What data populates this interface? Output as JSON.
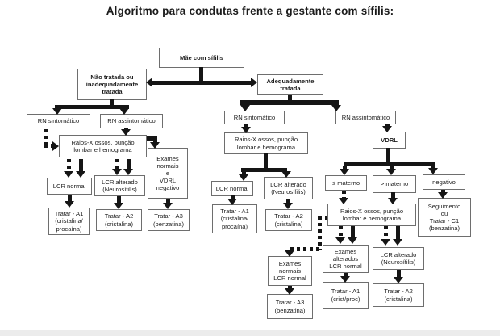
{
  "title": "Algoritmo para condutas frente a gestante com sífilis:",
  "colors": {
    "line": "#151515",
    "box_border": "#6e6e6e",
    "background": "#ffffff",
    "text": "#1c1c1c"
  },
  "nodes": {
    "mae": {
      "label": "Mãe com sífilis"
    },
    "nao_tratada": {
      "label": "Não tratada ou\ninadequadamente\ntratada"
    },
    "adequadamente": {
      "label": "Adequadamente\ntratada"
    },
    "rn_sint_esq": {
      "label": "RN sintomático"
    },
    "rn_assint_esq": {
      "label": "RN assintomático"
    },
    "raiosx_esq": {
      "label": "Raios-X ossos, punção\nlombar e hemograma"
    },
    "exames_vdrl_neg": {
      "label": "Exames\nnormais\ne\nVDRL\nnegativo"
    },
    "lcr_normal_esq": {
      "label": "LCR normal"
    },
    "lcr_alt_esq": {
      "label": "LCR alterado\n(Neurosífilis)"
    },
    "tratar_a1_esq": {
      "label": "Tratar - A1\n(cristalina/\nprocaína)"
    },
    "tratar_a2_esq": {
      "label": "Tratar - A2\n(cristalina)"
    },
    "tratar_a3_esq": {
      "label": "Tratar - A3\n(benzatina)"
    },
    "rn_sint_c": {
      "label": "RN sintomático"
    },
    "rn_assint_c": {
      "label": "RN assintomático"
    },
    "raiosx_c": {
      "label": "Raios-X ossos, punção\nlombar e hemograma"
    },
    "vdrl": {
      "label": "VDRL"
    },
    "lcr_normal_c": {
      "label": "LCR normal"
    },
    "lcr_alt_c": {
      "label": "LCR alterado\n(Neurosífilis)"
    },
    "tratar_a1_c": {
      "label": "Tratar - A1\n(cristalina/\nprocaína)"
    },
    "tratar_a2_c": {
      "label": "Tratar - A2\n(cristalina)"
    },
    "leq_materno": {
      "label": "≤ materno"
    },
    "maior_materno": {
      "label": "> materno"
    },
    "negativo": {
      "label": "negativo"
    },
    "seguimento": {
      "label": "Seguimento\nou\nTratar - C1\n(benzatina)"
    },
    "raiosx_dir": {
      "label": "Raios-X ossos, punção\nlombar e hemograma"
    },
    "exames_normais": {
      "label": "Exames\nnormais\nLCR normal"
    },
    "exames_alterados": {
      "label": "Exames\nalterados\nLCR normal"
    },
    "lcr_alt_dir": {
      "label": "LCR alterado\n(Neurosífilis)"
    },
    "tratar_a3_dir": {
      "label": "Tratar - A3\n(benzatina)"
    },
    "tratar_a1_dir": {
      "label": "Tratar - A1\n(crist/proc)"
    },
    "tratar_a2_dir": {
      "label": "Tratar - A2\n(cristalina)"
    }
  },
  "edges": [
    {
      "from": "mae",
      "to": "nao_tratada",
      "style": "solid"
    },
    {
      "from": "mae",
      "to": "adequadamente",
      "style": "solid"
    },
    {
      "from": "nao_tratada",
      "to": "rn_sint_esq",
      "style": "solid"
    },
    {
      "from": "nao_tratada",
      "to": "rn_assint_esq",
      "style": "solid"
    },
    {
      "from": "rn_sint_esq",
      "to": "raiosx_esq",
      "style": "dashed"
    },
    {
      "from": "rn_assint_esq",
      "to": "raiosx_esq",
      "style": "solid"
    },
    {
      "from": "raiosx_esq",
      "to": "exames_vdrl_neg",
      "style": "solid"
    },
    {
      "from": "raiosx_esq",
      "to": "lcr_normal_esq",
      "style": "dashed+solid"
    },
    {
      "from": "raiosx_esq",
      "to": "lcr_alt_esq",
      "style": "dashed+solid"
    },
    {
      "from": "lcr_normal_esq",
      "to": "tratar_a1_esq",
      "style": "solid"
    },
    {
      "from": "lcr_alt_esq",
      "to": "tratar_a2_esq",
      "style": "solid"
    },
    {
      "from": "exames_vdrl_neg",
      "to": "tratar_a3_esq",
      "style": "solid"
    },
    {
      "from": "adequadamente",
      "to": "rn_sint_c",
      "style": "solid"
    },
    {
      "from": "adequadamente",
      "to": "rn_assint_c",
      "style": "solid"
    },
    {
      "from": "rn_sint_c",
      "to": "raiosx_c",
      "style": "solid"
    },
    {
      "from": "raiosx_c",
      "to": "lcr_normal_c",
      "style": "solid"
    },
    {
      "from": "raiosx_c",
      "to": "lcr_alt_c",
      "style": "solid"
    },
    {
      "from": "lcr_normal_c",
      "to": "tratar_a1_c",
      "style": "solid"
    },
    {
      "from": "lcr_alt_c",
      "to": "tratar_a2_c",
      "style": "solid"
    },
    {
      "from": "rn_assint_c",
      "to": "vdrl",
      "style": "solid"
    },
    {
      "from": "vdrl",
      "to": "leq_materno",
      "style": "solid"
    },
    {
      "from": "vdrl",
      "to": "maior_materno",
      "style": "solid"
    },
    {
      "from": "vdrl",
      "to": "negativo",
      "style": "solid"
    },
    {
      "from": "leq_materno",
      "to": "raiosx_dir",
      "style": "dashed"
    },
    {
      "from": "maior_materno",
      "to": "raiosx_dir",
      "style": "solid"
    },
    {
      "from": "negativo",
      "to": "seguimento",
      "style": "solid"
    },
    {
      "from": "raiosx_dir",
      "to": "exames_normais",
      "style": "dashed"
    },
    {
      "from": "raiosx_dir",
      "to": "exames_alterados",
      "style": "dashed+solid"
    },
    {
      "from": "raiosx_dir",
      "to": "lcr_alt_dir",
      "style": "dashed+solid"
    },
    {
      "from": "exames_normais",
      "to": "tratar_a3_dir",
      "style": "solid"
    },
    {
      "from": "exames_alterados",
      "to": "tratar_a1_dir",
      "style": "solid"
    },
    {
      "from": "lcr_alt_dir",
      "to": "tratar_a2_dir",
      "style": "solid"
    }
  ]
}
